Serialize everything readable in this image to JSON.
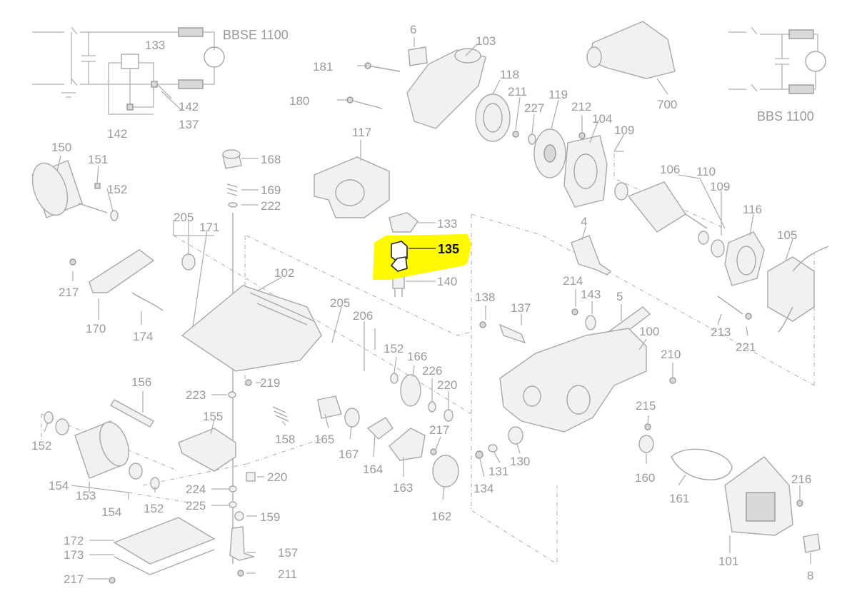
{
  "diagram": {
    "schematic_labels": [
      "BBSE 1100",
      "BBS 1100"
    ],
    "highlighted_part": "135",
    "highlight_color": "#FFFA00",
    "part_numbers": [
      "133",
      "142",
      "137",
      "142",
      "6",
      "103",
      "118",
      "181",
      "180",
      "211",
      "119",
      "227",
      "212",
      "104",
      "109",
      "700",
      "117",
      "150",
      "151",
      "152",
      "168",
      "169",
      "222",
      "205",
      "171",
      "133",
      "135",
      "140",
      "106",
      "110",
      "109",
      "116",
      "105",
      "4",
      "102",
      "217",
      "170",
      "174",
      "138",
      "137",
      "214",
      "143",
      "5",
      "205",
      "206",
      "152",
      "166",
      "226",
      "220",
      "100",
      "210",
      "213",
      "221",
      "156",
      "223",
      "219",
      "155",
      "158",
      "165",
      "167",
      "164",
      "217",
      "163",
      "215",
      "131",
      "130",
      "134",
      "160",
      "161",
      "216",
      "152",
      "154",
      "153",
      "154",
      "152",
      "224",
      "225",
      "220",
      "159",
      "162",
      "101",
      "172",
      "173",
      "217",
      "157",
      "211",
      "8"
    ]
  }
}
